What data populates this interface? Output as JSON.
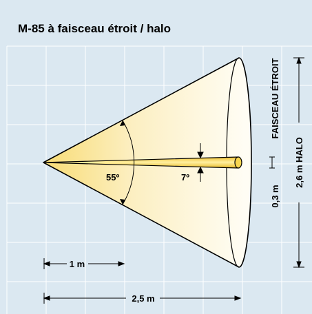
{
  "title": "M-85 à faisceau étroit / halo",
  "labels": {
    "halo_angle": "55º",
    "narrow_angle": "7º",
    "dist_short": "1 m",
    "dist_long": "2,5 m",
    "narrow_beam": "FAISCEAU ÉTROIT",
    "narrow_size": "0,3 m",
    "halo_size": "2,6 m HALO"
  },
  "colors": {
    "background": "#dbe8f1",
    "grid": "#ffffff",
    "cone_light": "#fffdf2",
    "cone_warm": "#fbe7a6",
    "beam": "#f2c52b"
  }
}
